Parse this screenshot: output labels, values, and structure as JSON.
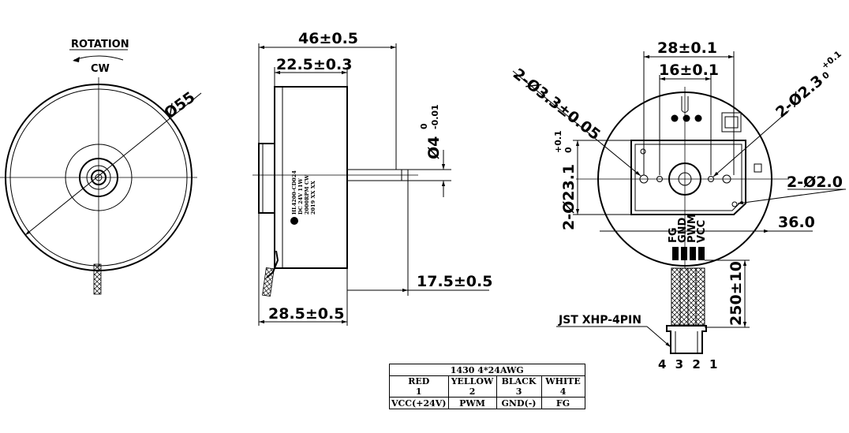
{
  "left_view": {
    "rotation_label": "ROTATION",
    "direction_label": "CW",
    "diameter_label": "Ø55"
  },
  "side_view": {
    "overall_length": "46±0.5",
    "body_length": "22.5±0.3",
    "shaft_dia": "Ø4",
    "shaft_tol_upper": "0",
    "shaft_tol_lower": "-0.01",
    "shaft_extension": "17.5±0.5",
    "base_length": "28.5±0.5",
    "nameplate": [
      "HL4200-CD024",
      "DC 24V  11W",
      "2000RPM  CW",
      "2019 XX XX"
    ]
  },
  "front_view": {
    "hole_spacing_outer": "28±0.1",
    "hole_spacing_inner": "16±0.1",
    "mount_hole_dia": "2-Ø3.3±0.05",
    "pin_hole_dia": "2-Ø2.3",
    "pin_hole_tol_upper": "+0.1",
    "pin_hole_tol_lower": "0",
    "boss_dia": "2-Ø23.1",
    "boss_tol_upper": "+0.1",
    "boss_tol_lower": "0",
    "small_hole_dia": "2-Ø2.0",
    "offset": "36.0",
    "pin_labels": [
      "FG",
      "GND",
      "PWM",
      "VCC"
    ],
    "cable_length": "250±10",
    "connector": "JST XHP-4PIN",
    "pin_numbers": "4 3 2 1"
  },
  "wire_table": {
    "title": "1430  4*24AWG",
    "colors": [
      "RED",
      "YELLOW",
      "BLACK",
      "WHITE"
    ],
    "numbers": [
      "1",
      "2",
      "3",
      "4"
    ],
    "functions": [
      "VCC(+24V)",
      "PWM",
      "GND(-)",
      "FG"
    ]
  }
}
